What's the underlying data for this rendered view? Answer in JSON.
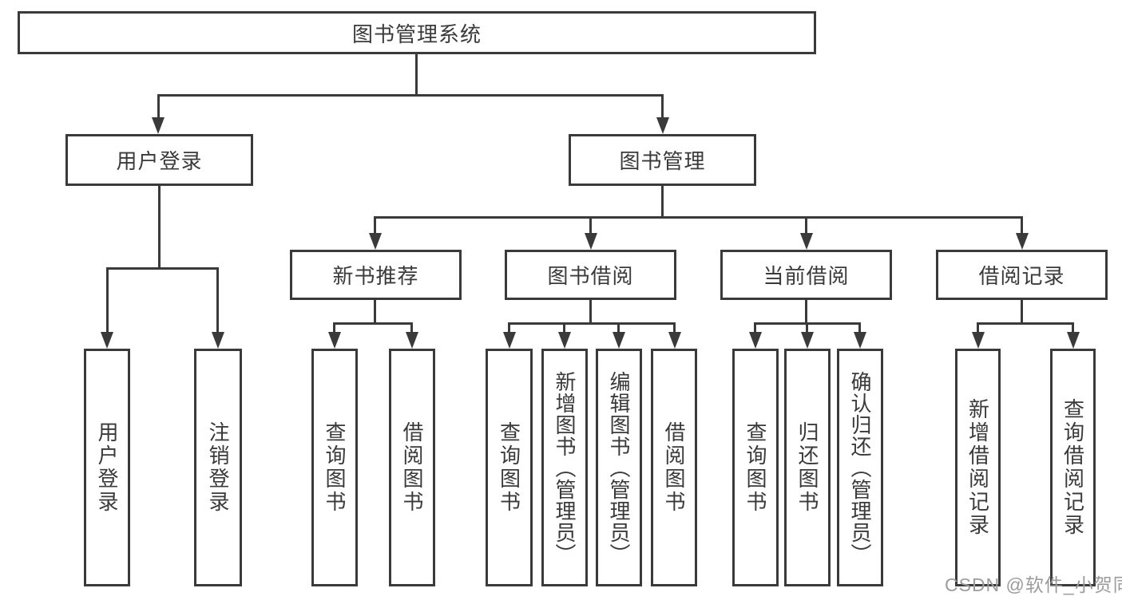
{
  "diagram_type": "hierarchy-tree",
  "colors": {
    "line": "#3a3a3a",
    "text": "#3a3a3a",
    "box_background": "#ffffff",
    "page_background": "#ffffff",
    "watermark": "#9c9c9c"
  },
  "watermark": {
    "text": "CSDN @软件_小贺同学"
  },
  "tree": {
    "label": "图书管理系统",
    "children": [
      {
        "label": "用户登录",
        "children": [
          {
            "label": "用户登录"
          },
          {
            "label": "注销登录"
          }
        ]
      },
      {
        "label": "图书管理",
        "children": [
          {
            "label": "新书推荐",
            "children": [
              {
                "label": "查询图书"
              },
              {
                "label": "借阅图书"
              }
            ]
          },
          {
            "label": "图书借阅",
            "children": [
              {
                "label": "查询图书"
              },
              {
                "label": "新增图书（管理员）"
              },
              {
                "label": "编辑图书（管理员）"
              },
              {
                "label": "借阅图书"
              }
            ]
          },
          {
            "label": "当前借阅",
            "children": [
              {
                "label": "查询图书"
              },
              {
                "label": "归还图书"
              },
              {
                "label": "确认归还（管理员）"
              }
            ]
          },
          {
            "label": "借阅记录",
            "children": [
              {
                "label": "新增借阅记录"
              },
              {
                "label": "查询借阅记录"
              }
            ]
          }
        ]
      }
    ]
  }
}
